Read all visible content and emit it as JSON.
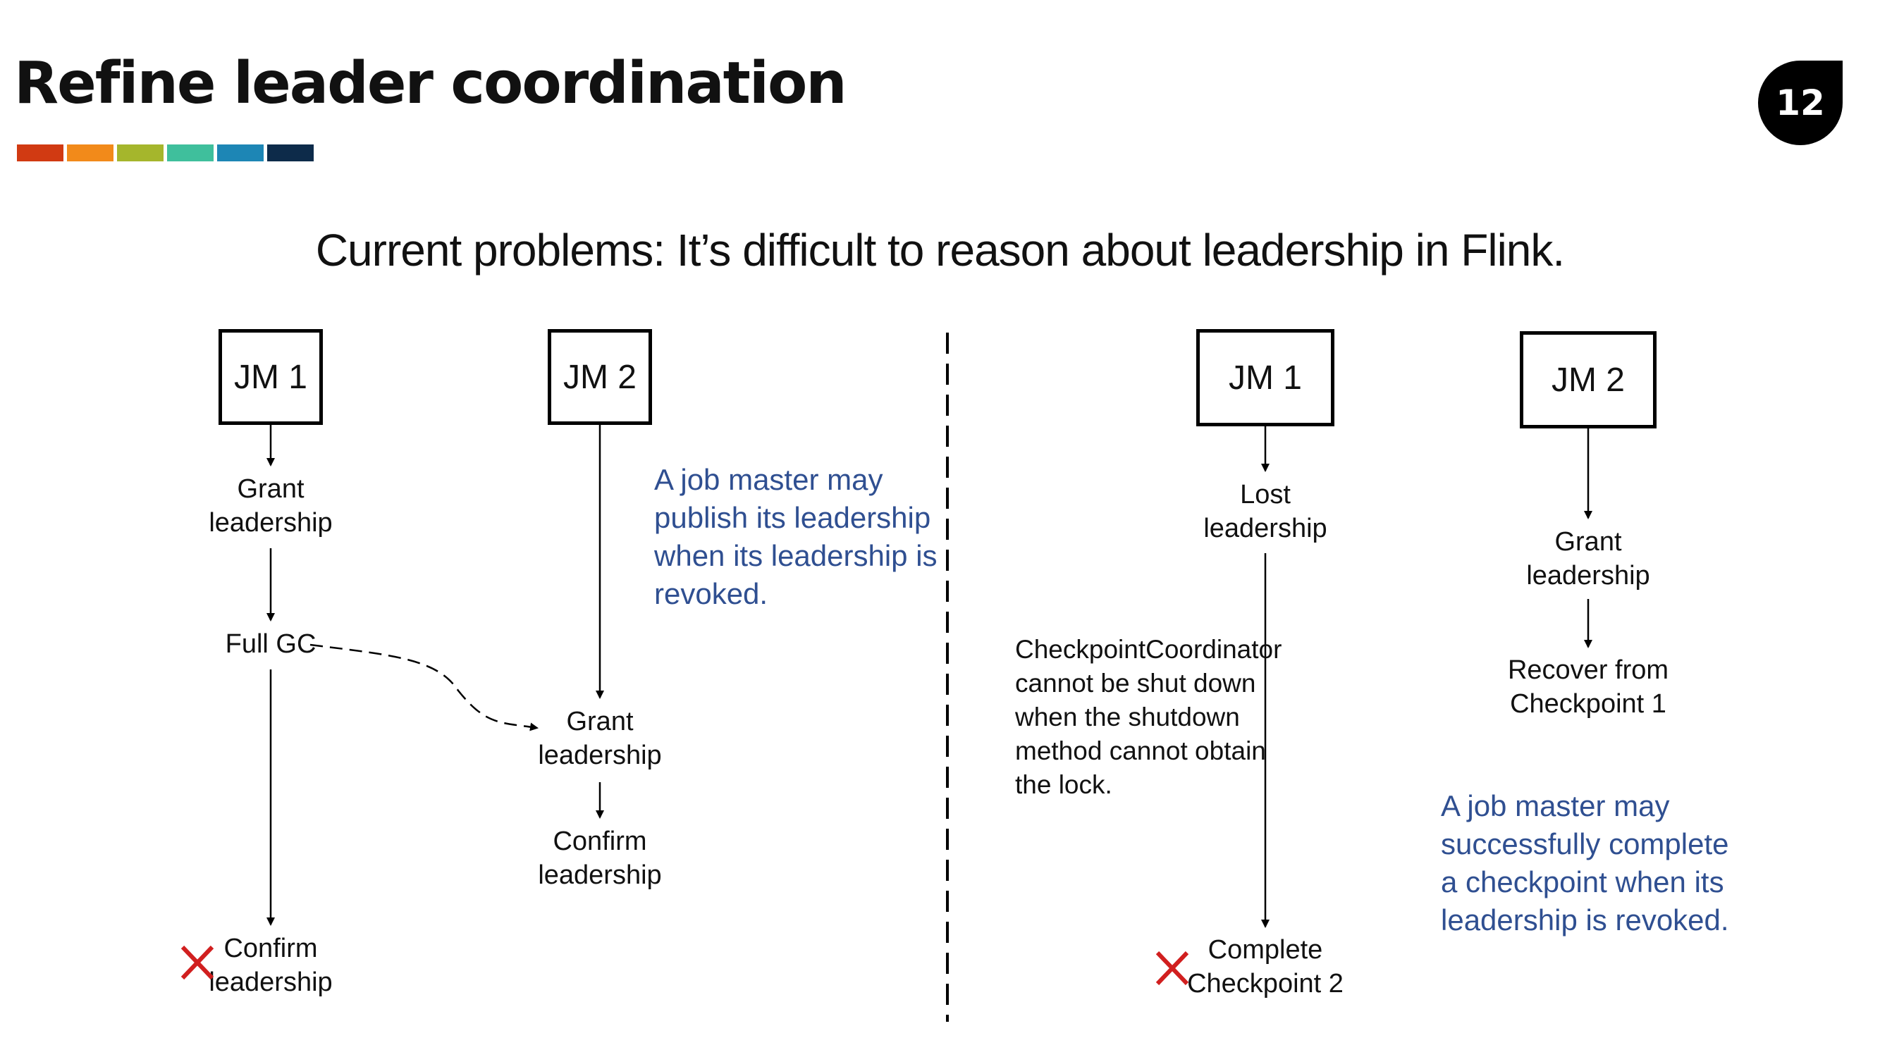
{
  "header": {
    "title": "Refine leader coordination",
    "page_number": "12",
    "color_bar": [
      "#d13a12",
      "#f28a1a",
      "#a5b62c",
      "#3fbf9c",
      "#1d86b5",
      "#0d2b4a"
    ]
  },
  "subtitle": "Current problems: It’s difficult to reason about leadership in Flink.",
  "left": {
    "jm1": {
      "box": "JM 1",
      "grant": "Grant\nleadership",
      "full_gc": "Full GC",
      "confirm": "Confirm\nleadership"
    },
    "jm2": {
      "box": "JM 2",
      "grant": "Grant\nleadership",
      "confirm": "Confirm\nleadership"
    },
    "note": "A job master may\npublish its leadership\nwhen its leadership is\nrevoked."
  },
  "right": {
    "jm1": {
      "box": "JM 1",
      "lost": "Lost\nleadership",
      "complete": "Complete\nCheckpoint 2"
    },
    "jm2": {
      "box": "JM 2",
      "grant": "Grant\nleadership",
      "recover": "Recover from\nCheckpoint 1"
    },
    "note_black": "CheckpointCoordinator\ncannot be shut down\nwhen the shutdown\nmethod cannot obtain\nthe lock.",
    "note_blue": "A job master may\nsuccessfully complete\na checkpoint when its\nleadership is revoked."
  },
  "colors": {
    "accent_blue": "#2f4f91",
    "error_red": "#d11f1f"
  },
  "icons": [
    "cross-icon"
  ]
}
